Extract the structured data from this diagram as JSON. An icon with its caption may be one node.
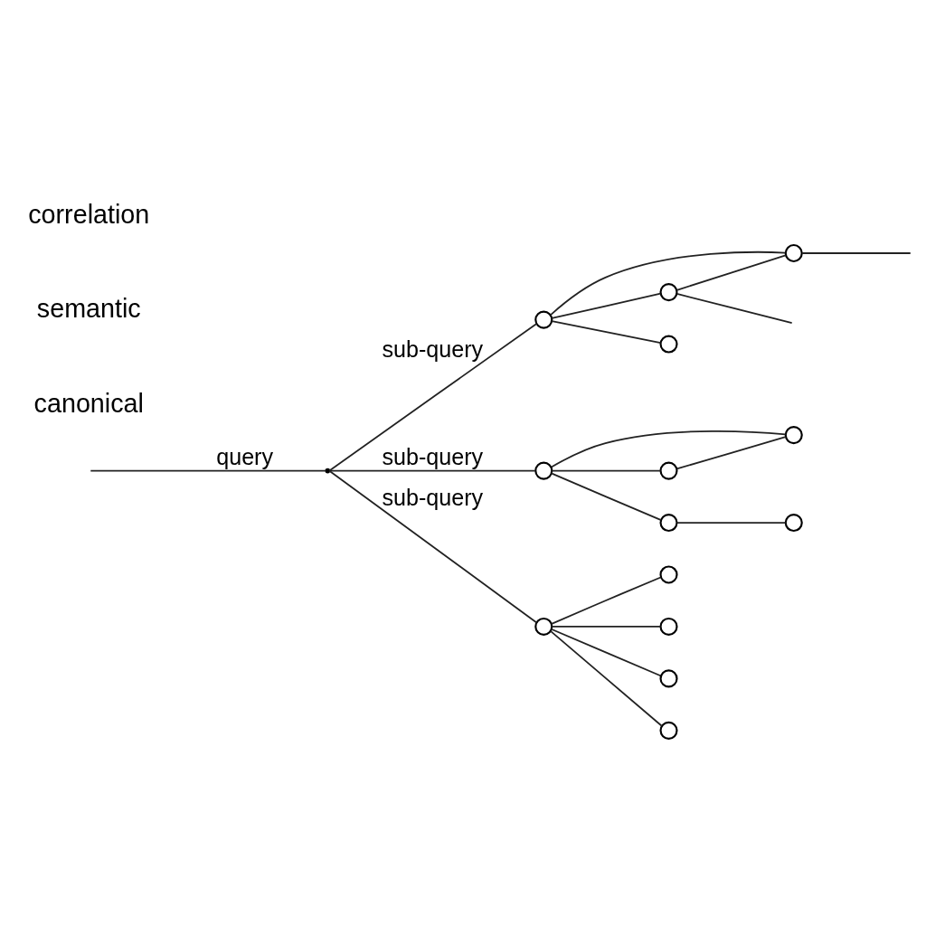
{
  "diagram": {
    "nodes": [
      {
        "text": [],
        "shape": "point"
      },
      {
        "text": [],
        "shape": "circle"
      },
      {
        "text": [],
        "shape": "circle"
      },
      {
        "text": [],
        "shape": "circle"
      },
      {
        "text": [],
        "shape": "circle"
      },
      {
        "text": [],
        "shape": "circle"
      },
      {
        "text": [],
        "shape": "circle"
      },
      {
        "text": [],
        "shape": "circle"
      },
      {
        "text": [],
        "shape": "circle"
      },
      {
        "text": [],
        "shape": "circle"
      },
      {
        "text": [],
        "shape": "circle"
      },
      {
        "text": [],
        "shape": "circle"
      },
      {
        "text": [],
        "shape": "circle"
      },
      {
        "text": [],
        "shape": "circle"
      },
      {
        "text": [],
        "shape": "circle"
      }
    ],
    "edges": [
      {
        "from": null,
        "to": 0,
        "arrow": "none",
        "label": "query"
      },
      {
        "from": 0,
        "to": 1,
        "arrow": "none",
        "label": "sub-query"
      },
      {
        "from": 0,
        "to": 5,
        "arrow": "none",
        "label": "sub-query"
      },
      {
        "from": 0,
        "to": 10,
        "arrow": "none",
        "label": "sub-query"
      },
      {
        "from": 1,
        "to": 2,
        "arrow": "none"
      },
      {
        "from": 1,
        "to": 3,
        "arrow": "none"
      },
      {
        "from": 1,
        "to": 4,
        "arrow": "none"
      },
      {
        "from": 2,
        "to": 4,
        "arrow": "none"
      },
      {
        "from": 2,
        "to": null,
        "arrow": "none"
      },
      {
        "from": 4,
        "to": null,
        "arrow": "none"
      },
      {
        "from": 5,
        "to": 6,
        "arrow": "none"
      },
      {
        "from": 5,
        "to": 7,
        "arrow": "none"
      },
      {
        "from": 5,
        "to": 8,
        "arrow": "none"
      },
      {
        "from": 6,
        "to": 8,
        "arrow": "none"
      },
      {
        "from": 7,
        "to": 9,
        "arrow": "none"
      },
      {
        "from": 10,
        "to": 11,
        "arrow": "none"
      },
      {
        "from": 10,
        "to": 12,
        "arrow": "none"
      },
      {
        "from": 10,
        "to": 13,
        "arrow": "none"
      },
      {
        "from": 10,
        "to": 14,
        "arrow": "none"
      }
    ],
    "labels": [
      "canonical",
      "semantic",
      "correlation"
    ]
  }
}
